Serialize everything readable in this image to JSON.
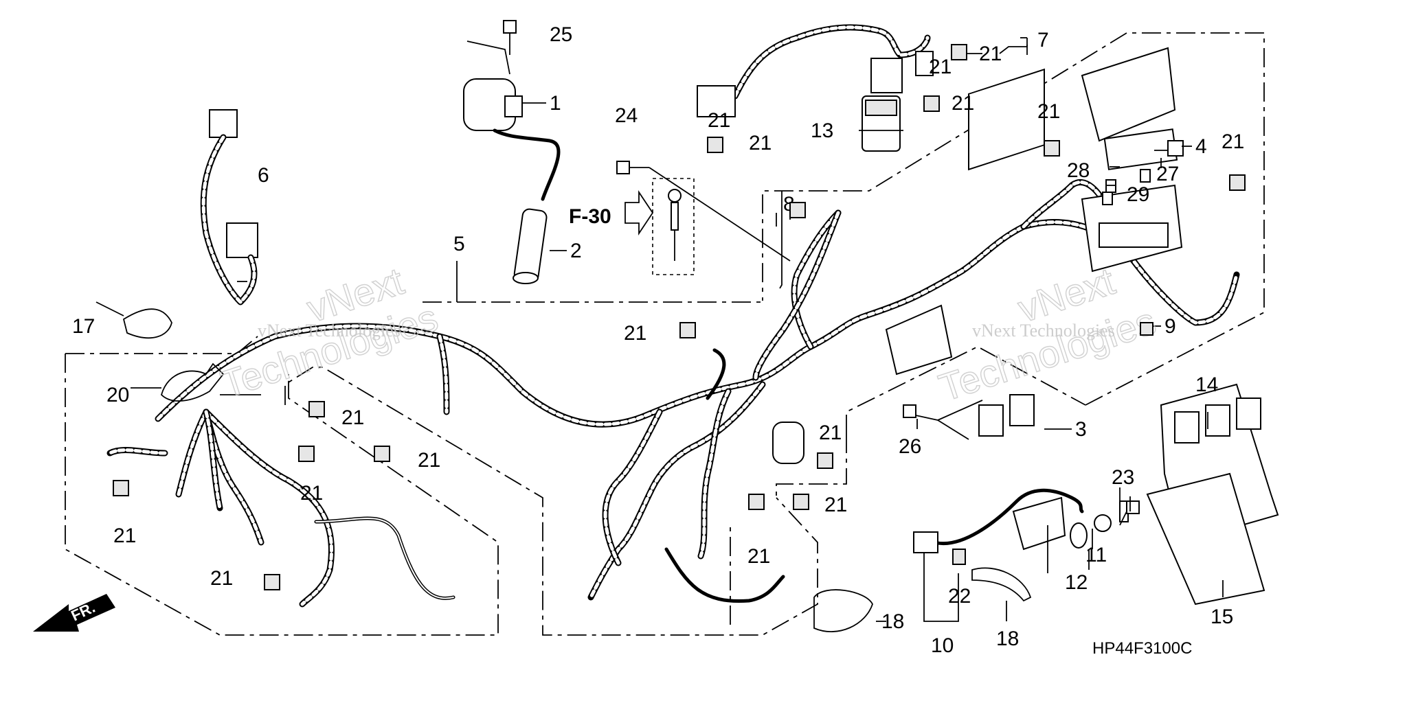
{
  "diagram": {
    "reference_code": "HP44F3100C",
    "section_reference": "F-30",
    "front_indicator": "FR.",
    "watermark": {
      "lines": [
        "vNext Technologies",
        "vNext Technologies"
      ],
      "big": [
        "vNext",
        "Technologies",
        "vNext",
        "Technologies"
      ]
    },
    "callouts": {
      "c1": "1",
      "c2": "2",
      "c3": "3",
      "c4": "4",
      "c5": "5",
      "c6": "6",
      "c7": "7",
      "c8": "8",
      "c9": "9",
      "c10": "10",
      "c11": "11",
      "c12": "12",
      "c13": "13",
      "c14": "14",
      "c15": "15",
      "c17": "17",
      "c18a": "18",
      "c18b": "18",
      "c20": "20",
      "c21a": "21",
      "c21b": "21",
      "c21c": "21",
      "c21d": "21",
      "c21e": "21",
      "c21f": "21",
      "c21g": "21",
      "c21h": "21",
      "c21i": "21",
      "c21j": "21",
      "c21k": "21",
      "c21l": "21",
      "c21m": "21",
      "c21n": "21",
      "c21o": "21",
      "c21p": "21",
      "c22": "22",
      "c23": "23",
      "c24": "24",
      "c25": "25",
      "c26": "26",
      "c27": "27",
      "c28": "28",
      "c29": "29"
    }
  }
}
